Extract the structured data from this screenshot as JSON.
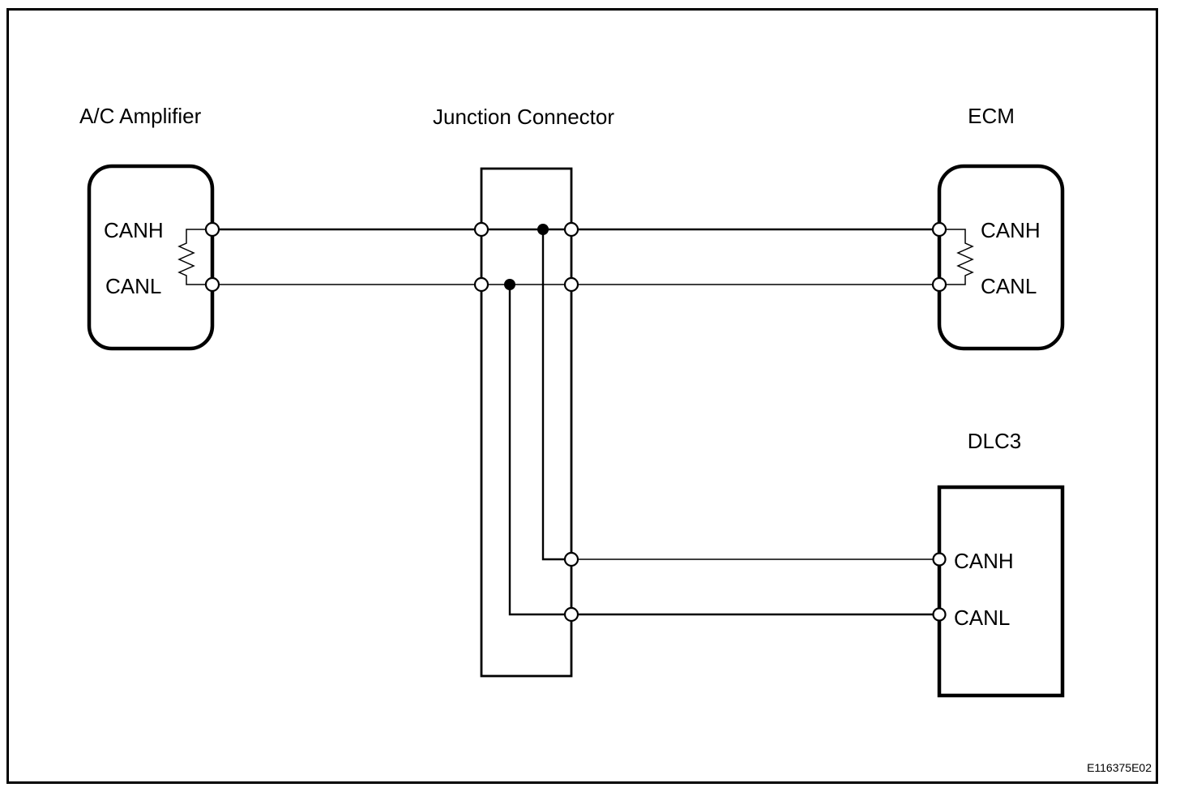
{
  "figure": {
    "code": "E116375E02",
    "background": "#ffffff",
    "line_color": "#000000",
    "components": {
      "ac_amplifier": {
        "title": "A/C Amplifier",
        "pins": [
          {
            "label": "CANH"
          },
          {
            "label": "CANL"
          }
        ],
        "has_terminating_resistor": true
      },
      "junction_connector": {
        "title": "Junction Connector"
      },
      "ecm": {
        "title": "ECM",
        "pins": [
          {
            "label": "CANH"
          },
          {
            "label": "CANL"
          }
        ],
        "has_terminating_resistor": true
      },
      "dlc3": {
        "title": "DLC3",
        "pins": [
          {
            "label": "CANH"
          },
          {
            "label": "CANL"
          }
        ]
      }
    }
  }
}
